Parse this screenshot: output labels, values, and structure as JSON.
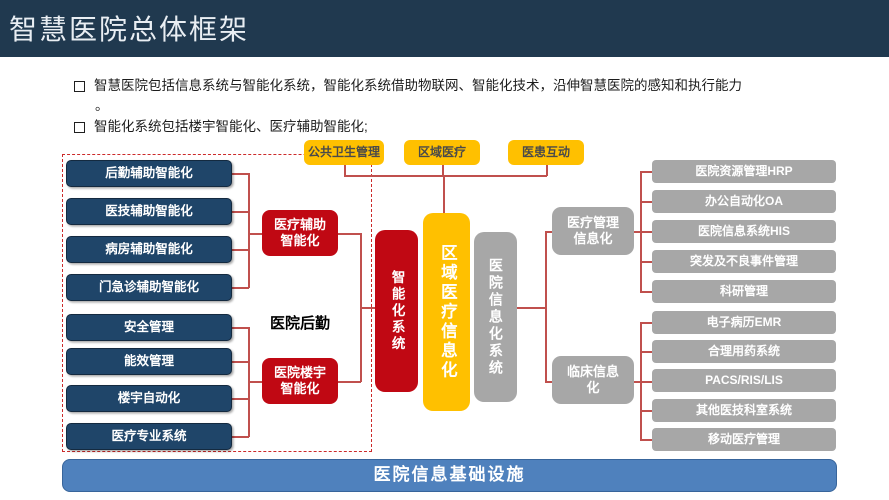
{
  "slide": {
    "title": "智慧医院总体框架",
    "bullets": [
      {
        "text": "智慧医院包括信息系统与智能化系统，智能化系统借助物联网、智能化技术，沿伸智慧医院的感知和执行能力",
        "text2": "。"
      },
      {
        "text": "智能化系统包括楼宇智能化、医疗辅助智能化;"
      }
    ]
  },
  "diagram": {
    "top_boxes": [
      {
        "label": "公共卫生管理"
      },
      {
        "label": "区域医疗"
      },
      {
        "label": "医患互动"
      }
    ],
    "left_group_top": [
      {
        "label": "后勤辅助智能化"
      },
      {
        "label": "医技辅助智能化"
      },
      {
        "label": "病房辅助智能化"
      },
      {
        "label": "门急诊辅助智能化"
      }
    ],
    "left_group_bottom": [
      {
        "label": "安全管理"
      },
      {
        "label": "能效管理"
      },
      {
        "label": "楼宇自动化"
      },
      {
        "label": "医疗专业系统"
      }
    ],
    "red_boxes": [
      {
        "line1": "医疗辅助",
        "line2": "智能化"
      },
      {
        "line1": "医院楼宇",
        "line2": "智能化"
      }
    ],
    "left_group_label": "医院后勤",
    "pillars": [
      {
        "label": "智能化系统"
      },
      {
        "label": "区域医疗信息化"
      },
      {
        "label": "医院信息化系统"
      }
    ],
    "mid_right_boxes": [
      {
        "line1": "医疗管理",
        "line2": "信息化"
      },
      {
        "line1": "临床信息",
        "line2": "化"
      }
    ],
    "right_group_top": [
      {
        "label": "医院资源管理HRP"
      },
      {
        "label": "办公自动化OA"
      },
      {
        "label": "医院信息系统HIS"
      },
      {
        "label": "突发及不良事件管理"
      },
      {
        "label": "科研管理"
      }
    ],
    "right_group_bottom": [
      {
        "label": "电子病历EMR"
      },
      {
        "label": "合理用药系统"
      },
      {
        "label": "PACS/RIS/LIS"
      },
      {
        "label": "其他医技科室系统"
      },
      {
        "label": "移动医疗管理"
      }
    ],
    "bottom_bar": "医院信息基础设施"
  },
  "colors": {
    "header_navy": "#20394f",
    "box_blue": "#1f4569",
    "box_red": "#c00813",
    "box_yellow": "#ffc000",
    "box_gray": "#a7a7a7",
    "bottom_bar_blue": "#4f81bd",
    "connector_red": "#c0504d",
    "dashed_border_red": "#cc2a2a"
  }
}
